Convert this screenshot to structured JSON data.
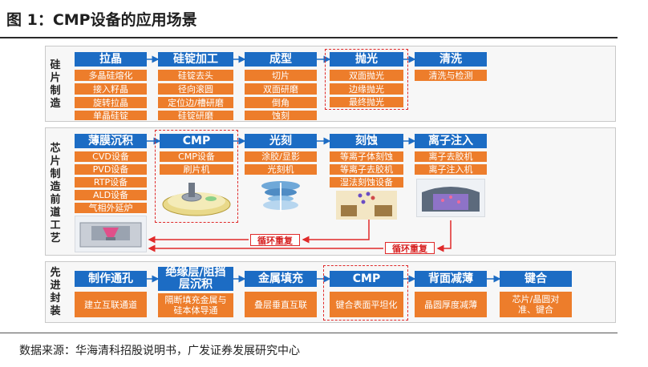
{
  "title": "图 1：CMP设备的应用场景",
  "source": "数据来源：华海清科招股说明书，广发证券发展研究中心",
  "colors": {
    "header_blue": "#1c6cc4",
    "item_orange": "#ed7d2b",
    "loop_red": "#e02a2a"
  },
  "sections": {
    "wafer": {
      "label": "硅片制造",
      "columns": [
        {
          "header": "拉晶",
          "items": [
            "多晶硅熔化",
            "接入籽晶",
            "旋转拉晶",
            "单晶硅锭"
          ]
        },
        {
          "header": "硅锭加工",
          "items": [
            "硅锭去头",
            "径向滚圆",
            "定位边/槽研磨",
            "硅锭研磨"
          ]
        },
        {
          "header": "成型",
          "items": [
            "切片",
            "双面研磨",
            "倒角",
            "蚀刻"
          ]
        },
        {
          "header": "抛光",
          "items": [
            "双面抛光",
            "边缘抛光",
            "最终抛光"
          ]
        },
        {
          "header": "清洗",
          "items": [
            "清洗与检测"
          ]
        }
      ]
    },
    "frontend": {
      "label": "芯片制造前道工艺",
      "columns": [
        {
          "header": "薄膜沉积",
          "items": [
            "CVD设备",
            "PVD设备",
            "RTP设备",
            "ALD设备",
            "气相外延炉"
          ]
        },
        {
          "header": "CMP",
          "items": [
            "CMP设备",
            "刷片机"
          ]
        },
        {
          "header": "光刻",
          "items": [
            "涂胶/显影",
            "光刻机"
          ]
        },
        {
          "header": "刻蚀",
          "items": [
            "等离子体刻蚀",
            "等离子去胶机",
            "湿法刻蚀设备"
          ]
        },
        {
          "header": "离子注入",
          "items": [
            "离子去胶机",
            "离子注入机"
          ]
        }
      ],
      "loops": [
        "循环重复",
        "循环重复"
      ]
    },
    "packaging": {
      "label": "先进封装",
      "columns": [
        {
          "header": "制作通孔",
          "desc": "建立互联通道"
        },
        {
          "header": "绝缘层/阻挡层沉积",
          "desc": "隔断填充金属与硅本体导通"
        },
        {
          "header": "金属填充",
          "desc": "叠层垂直互联"
        },
        {
          "header": "CMP",
          "desc": "键合表面平坦化"
        },
        {
          "header": "背面减薄",
          "desc": "晶圆厚度减薄"
        },
        {
          "header": "键合",
          "desc": "芯片/晶圆对准、键合"
        }
      ]
    }
  }
}
